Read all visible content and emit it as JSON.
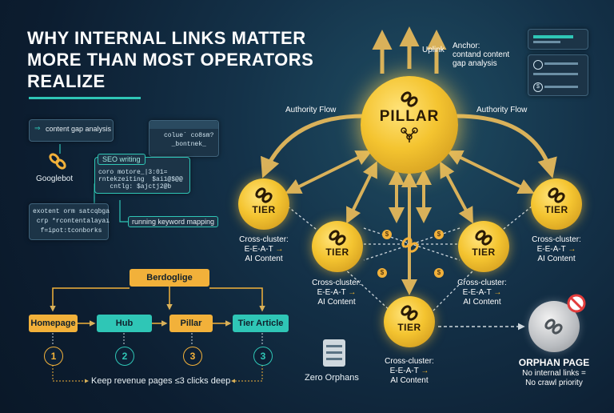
{
  "title": "WHY INTERNAL LINKS MATTER MORE THAN MOST OPERATORS REALIZE",
  "top_left_panel": {
    "text": "content gap analysis",
    "caption": "Googlebot"
  },
  "code_panel_top": {
    "lines": [
      "colue` co8sm?",
      "  _bontnek_"
    ]
  },
  "seo_panel": {
    "tag": "SEO writing",
    "lines": [
      "coro motore_|3:01=",
      "rntekzeiting  $ai1@$@@",
      "   cntlg: $ajctj2@b"
    ]
  },
  "exotent_panel": {
    "lines": [
      "exotent orm satcqbga",
      " crp *rcontentalayaı",
      "  f=ipot:tconborks"
    ]
  },
  "keyword_caption": "running keyword mapping",
  "pillar": {
    "label": "PILLAR"
  },
  "uplink": {
    "label": "Uplink",
    "anchor_text": "Anchor:\ncontand content\ngap analysis"
  },
  "authority_flow_left": "Authority Flow",
  "authority_flow_right": "Authority Flow",
  "tier_label": "TIER",
  "cross_cluster": {
    "line1": "Cross-cluster:",
    "line2": "E-E-A-T",
    "arrow": "→",
    "line3": "AI Content"
  },
  "funnel": {
    "top": "Berdoglige",
    "steps": [
      "Homepage",
      "Hub",
      "Pillar",
      "Tier Article"
    ],
    "numbers": [
      "1",
      "2",
      "3",
      "3"
    ],
    "footnote": "Keep revenue pages ≤3 clicks deep",
    "colors": [
      "#f2b13a",
      "#2fc6b6",
      "#f2b13a",
      "#2fc6b6"
    ]
  },
  "zero_orphans": "Zero Orphans",
  "orphan": {
    "title": "ORPHAN PAGE",
    "line1": "No internal links =",
    "line2": "No crawl priority"
  },
  "colors": {
    "gold": "#f4c430",
    "teal": "#2fc6b6",
    "background": "#0d2035"
  },
  "icons": [
    "link-icon",
    "network-icon",
    "prohibited-icon",
    "checklist-icon",
    "dollar-icon"
  ]
}
